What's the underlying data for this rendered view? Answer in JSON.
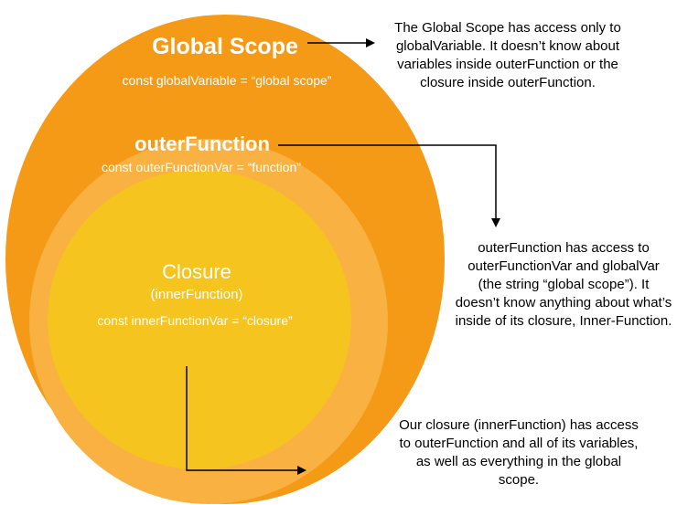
{
  "colors": {
    "global_scope": "#F59A17",
    "outer_function": "#F9B142",
    "closure": "#F6C41F",
    "label_text": "#FFFFFF",
    "arrow": "#000000"
  },
  "global_scope": {
    "title": "Global Scope",
    "code": "const globalVariable = “global scope”"
  },
  "outer_function": {
    "title": "outerFunction",
    "code": "const outerFunctionVar = “function”"
  },
  "closure": {
    "title": "Closure",
    "subtitle": "(innerFunction)",
    "code": "const innerFunctionVar = “closure”"
  },
  "notes": {
    "global": "The Global Scope has access only to globalVariable. It doesn’t know about variables inside outerFunction or the closure inside outerFunction.",
    "outer": "outerFunction has access to outerFunctionVar and globalVar (the string “global scope”). It doesn’t know anything about what’s inside of its closure, Inner-Function.",
    "closure": "Our closure (innerFunction) has access to outerFunction and all of its variables, as well as everything in the global scope."
  }
}
